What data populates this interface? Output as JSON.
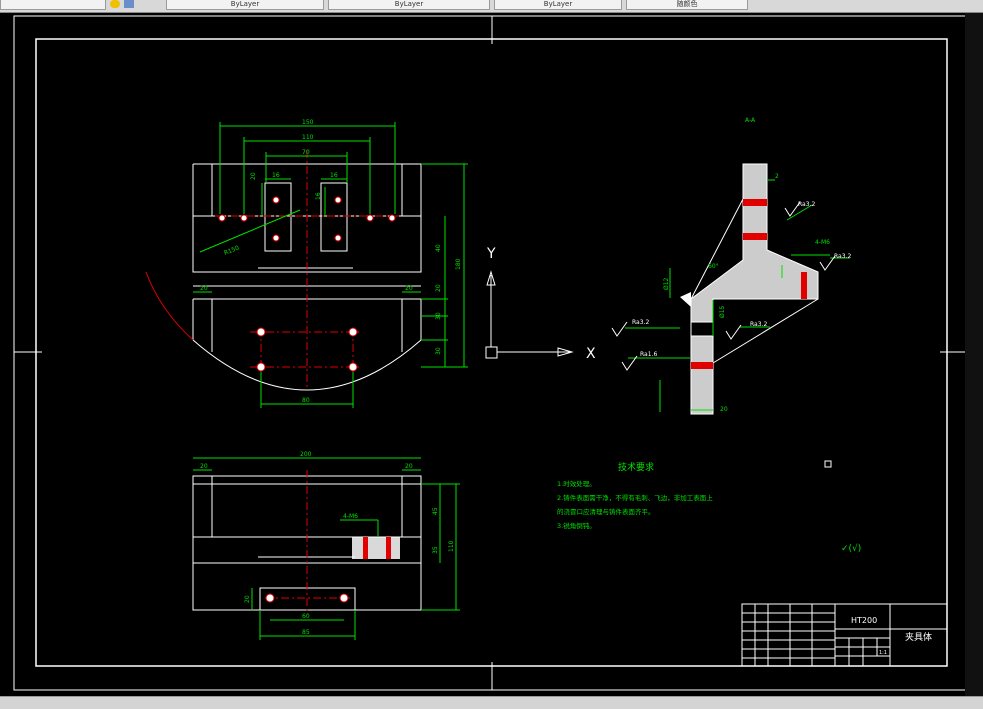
{
  "toolbar": {
    "tabs": [
      {
        "label": "ByLayer"
      },
      {
        "label": "ByLayer"
      },
      {
        "label": "ByLayer"
      },
      {
        "label": "随颜色"
      }
    ]
  },
  "drawing": {
    "dims_top_view": {
      "w150": "150",
      "w110": "110",
      "w70": "70",
      "w16a": "16",
      "w16b": "16",
      "h20": "20",
      "h16": "16",
      "r150": "R150",
      "w20l": "20",
      "w20r": "20",
      "w80": "80",
      "h40": "40",
      "h20a": "20",
      "h30a": "30",
      "h30b": "30",
      "h180": "180"
    },
    "dims_front_view": {
      "w200": "200",
      "w20l": "20",
      "w20r": "20",
      "h45": "45",
      "h35": "35",
      "h110": "110",
      "h20": "20",
      "w60": "60",
      "w85": "85",
      "m": "4-M6"
    },
    "section": {
      "title": "A-A",
      "ra32a": "Ra3.2",
      "ra32b": "Ra3.2",
      "ra32c": "Ra3.2",
      "ra16": "Ra1.6",
      "ra32d": "Ra3.2",
      "note2": "2",
      "m6": "4-M6",
      "angle": "60°",
      "w20": "20",
      "d15": "Ø15",
      "d12": "Ø12"
    },
    "tech": {
      "title": "技术要求",
      "line1": "1.时效处理。",
      "line2": "2.铸件表面需干净，不得有毛刺、飞边，非加工表面上",
      "line3": "  的浇冒口应清理与铸件表面齐平。",
      "line4": "3.锐角倒钝。"
    },
    "roughness_note": "✓(√)",
    "axis": {
      "y": "Y",
      "x": "X"
    },
    "title_block": {
      "material": "HT200",
      "name": "夹具体",
      "scale": "1:1"
    }
  }
}
